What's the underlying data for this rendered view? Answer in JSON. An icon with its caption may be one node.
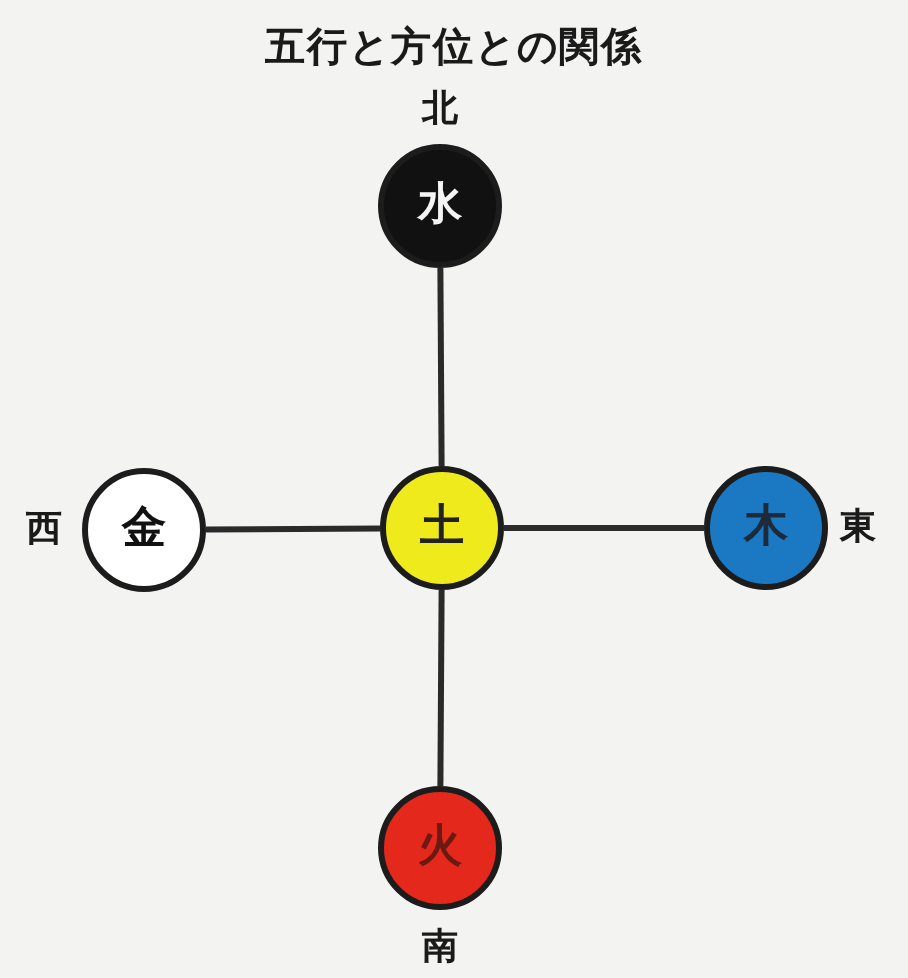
{
  "diagram": {
    "title": "五行と方位との関係",
    "nodes": [
      {
        "text": [
          "水"
        ],
        "beside": [
          "北"
        ]
      },
      {
        "text": [
          "金"
        ],
        "beside": [
          "西"
        ]
      },
      {
        "text": [
          "土"
        ]
      },
      {
        "text": [
          "木"
        ],
        "beside": [
          "東"
        ]
      },
      {
        "text": [
          "火"
        ],
        "beside": [
          "南"
        ]
      }
    ],
    "edges": [
      {
        "from": 2,
        "to": 0,
        "arrow": "none"
      },
      {
        "from": 2,
        "to": 1,
        "arrow": "none"
      },
      {
        "from": 2,
        "to": 3,
        "arrow": "none"
      },
      {
        "from": 2,
        "to": 4,
        "arrow": "none"
      }
    ]
  }
}
